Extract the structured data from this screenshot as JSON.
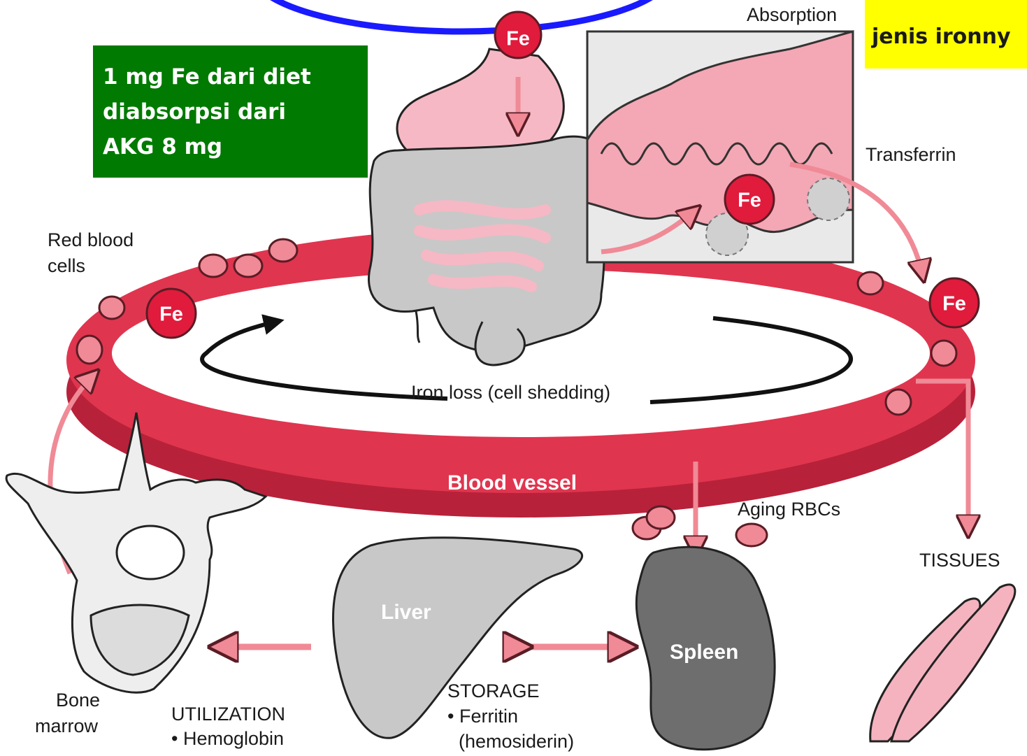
{
  "labels": {
    "absorption": "Absorption",
    "transferrin": "Transferrin",
    "red_blood_cells_1": "Red blood",
    "red_blood_cells_2": "cells",
    "iron_loss": "Iron loss (cell shedding)",
    "blood_vessel": "Blood vessel",
    "aging_rbcs": "Aging RBCs",
    "tissues": "TISSUES",
    "liver": "Liver",
    "spleen": "Spleen",
    "bone_marrow_1": "Bone",
    "bone_marrow_2": "marrow",
    "utilization": "UTILIZATION",
    "hemoglobin": "• Hemoglobin",
    "storage": "STORAGE",
    "ferritin": "• Ferritin",
    "hemosiderin": "(hemosiderin)",
    "fe": "Fe"
  },
  "notes": {
    "green_line1": "1 mg Fe dari diet",
    "green_line2": "diabsorpsi dari",
    "green_line3": "AKG 8 mg",
    "yellow_line2": "jenis ironny"
  },
  "colors": {
    "vessel": "#e0354f",
    "vessel_dark": "#b8213a",
    "arrow_pink": "#f08a96",
    "fe_circle": "#e01b3c",
    "organ_gray": "#c8c8c8",
    "spleen_gray": "#6e6e6e",
    "green_note": "#007a00",
    "yellow_note": "#ffff00",
    "blue_oval": "#1a1aff"
  }
}
